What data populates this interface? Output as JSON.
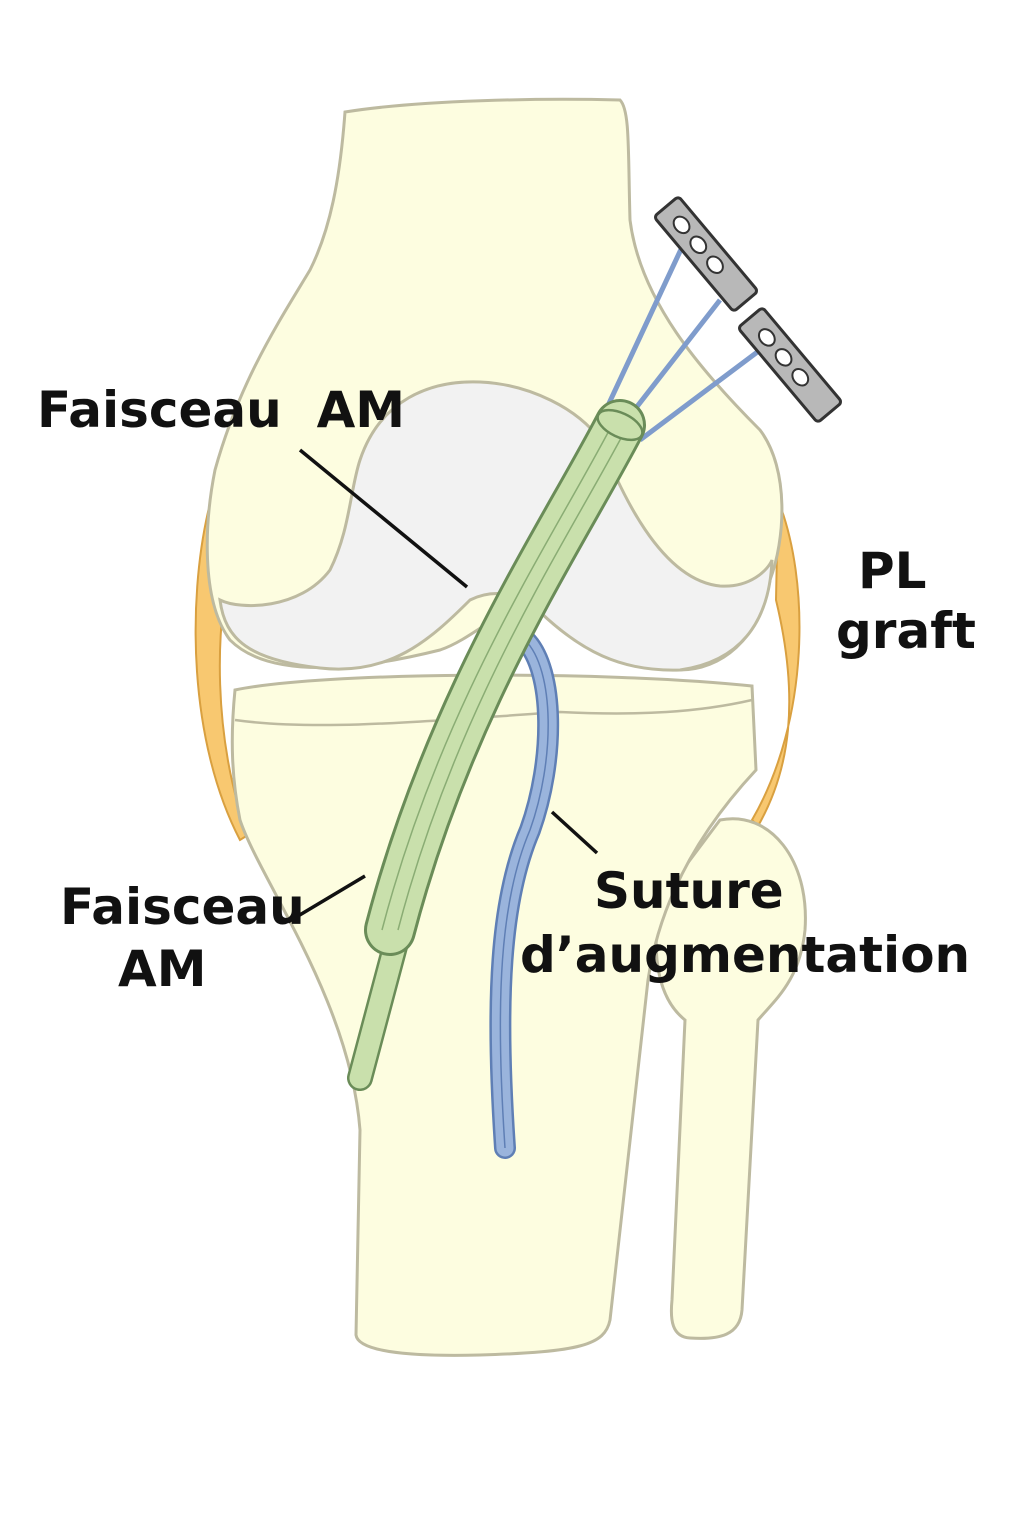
{
  "labels": {
    "am_top": "Faisceau  AM",
    "pl_line1": "PL",
    "pl_line2": "graft",
    "am_bottom_line1": "Faisceau",
    "am_bottom_line2": "AM",
    "suture_line1": "Suture",
    "suture_line2": "d’augmentation"
  },
  "colors": {
    "bone": "#fdfde0",
    "bone_outline": "#bdbaa0",
    "cartilage": "#f2f2f2",
    "ligament": "#f8c870",
    "graft": "#c9e0ac",
    "graft_outline": "#6a8c58",
    "suture": "#9ab4dc",
    "suture_outline": "#5f7fb5",
    "plate": "#b8b8b8"
  }
}
